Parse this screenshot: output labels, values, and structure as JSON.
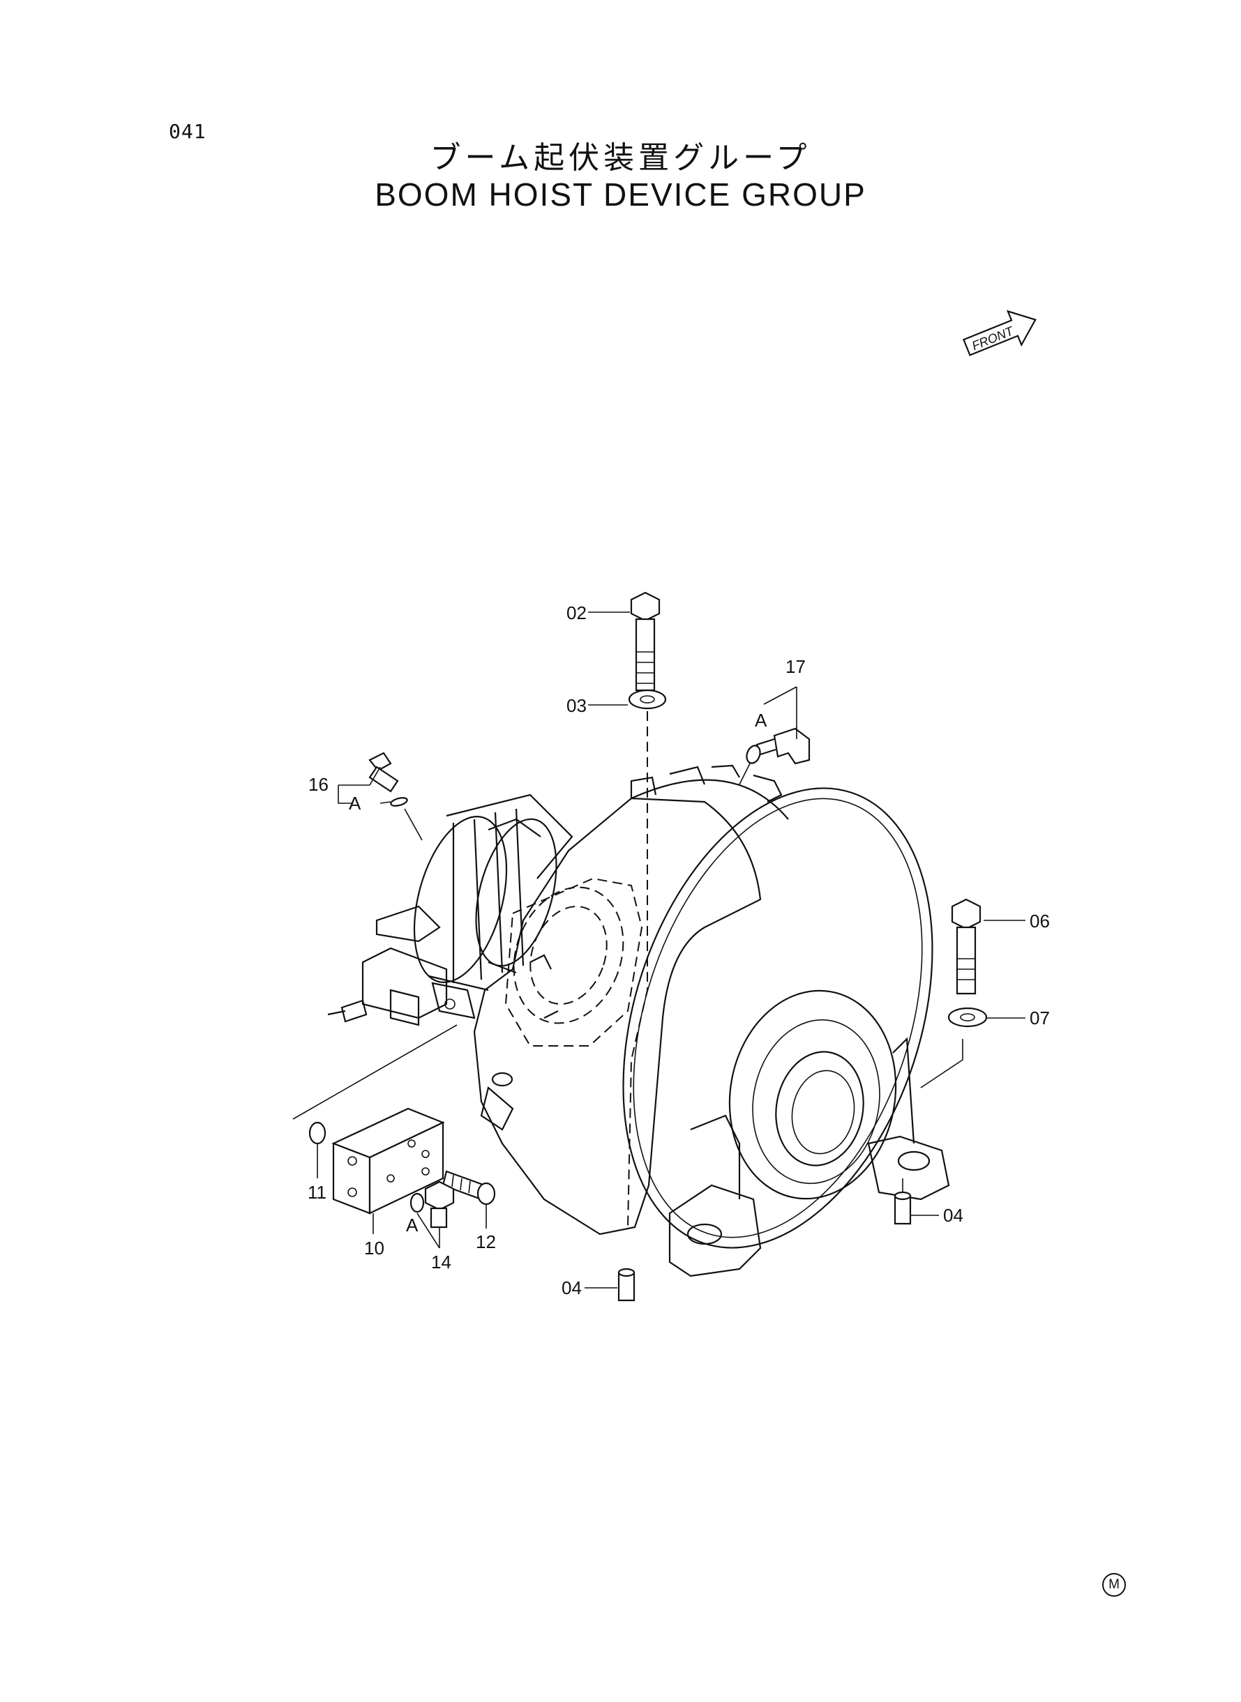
{
  "page_number": "041",
  "title_jp": "ブーム起伏装置グループ",
  "title_en": "BOOM HOIST DEVICE GROUP",
  "front_label": "FRONT",
  "maker_mark": "M",
  "callouts": {
    "c02": "02",
    "c03": "03",
    "c17": "17",
    "c16": "16",
    "c06": "06",
    "c07": "07",
    "c04_right": "04",
    "c04_bottom": "04",
    "c11": "11",
    "c10": "10",
    "c12": "12",
    "c14": "14"
  },
  "mark_a": "A"
}
